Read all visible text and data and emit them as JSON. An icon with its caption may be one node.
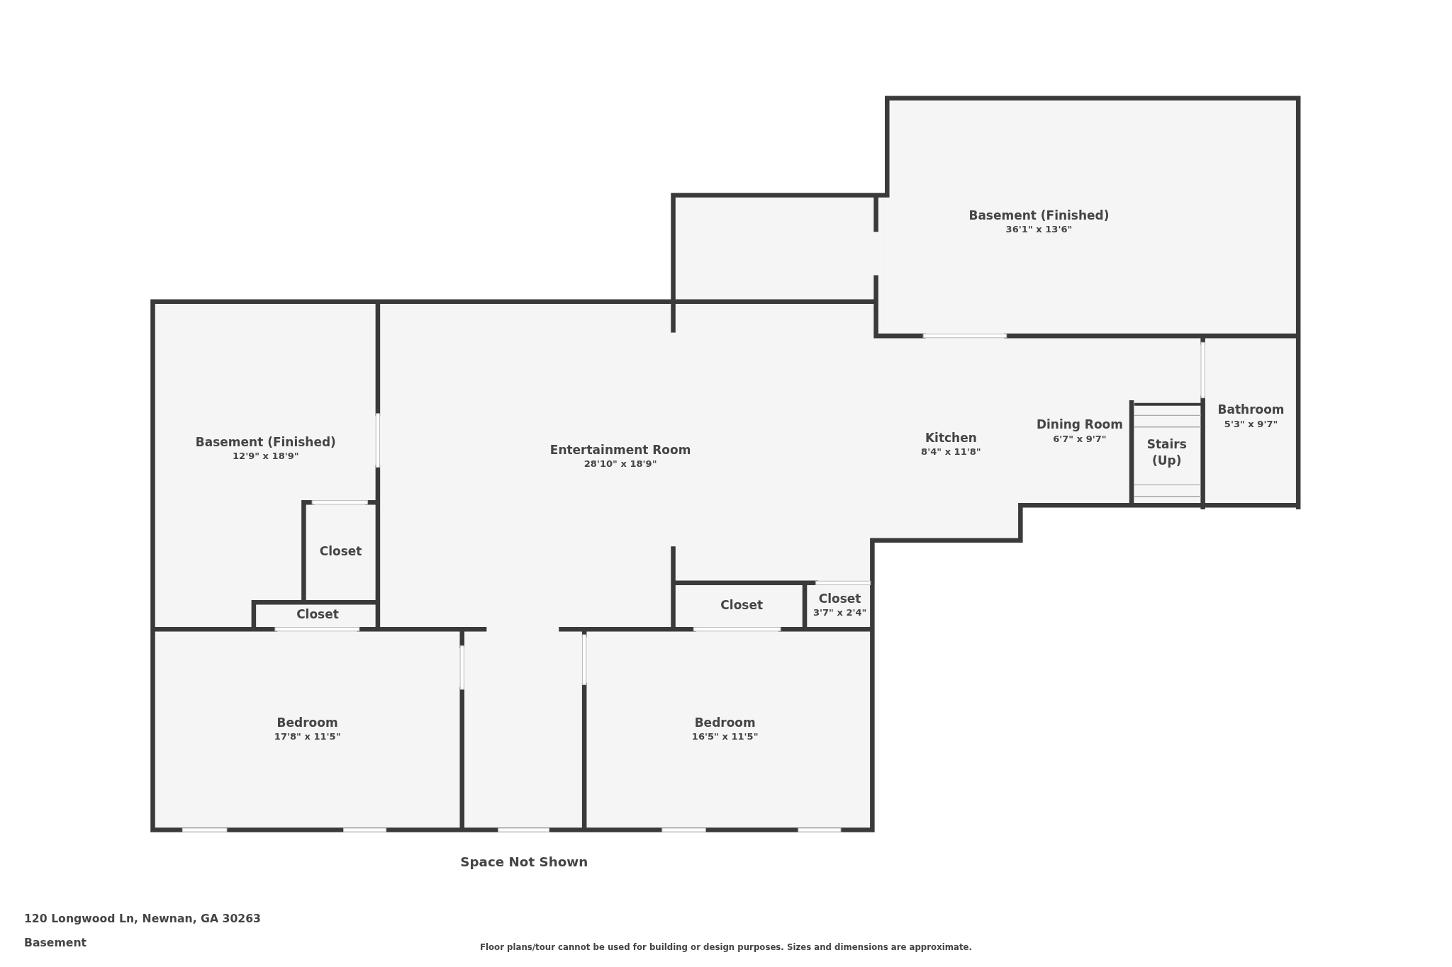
{
  "diagram": {
    "nodes": [
      {
        "text": [
          "Basement (Finished)",
          "36'1\" x 13'6\""
        ]
      },
      {
        "text": [
          "Bathroom",
          "5'3\" x 9'7\""
        ]
      },
      {
        "text": [
          "Dining Room",
          "6'7\" x 9'7\""
        ]
      },
      {
        "text": [
          "Kitchen",
          "8'4\" x 11'8\""
        ]
      },
      {
        "text": [
          "Basement (Finished)",
          "12'9\" x 18'9\""
        ]
      },
      {
        "text": [
          "Entertainment Room",
          "28'10\" x 18'9\""
        ]
      },
      {
        "text": [
          "Stairs (Up)"
        ]
      },
      {
        "text": [
          "Closet"
        ]
      },
      {
        "text": [
          "Closet",
          "3'7\" x 2'4\""
        ]
      },
      {
        "text": [
          "Closet"
        ]
      },
      {
        "text": [
          "Closet"
        ]
      },
      {
        "text": [
          "Bedroom",
          "17'8\" x 11'5\""
        ]
      },
      {
        "text": [
          "Bedroom",
          "16'5\" x 11'5\""
        ]
      }
    ],
    "labels": [
      "Space Not Shown",
      "120 Longwood Ln, Newnan, GA 30263",
      "Basement",
      "Floor plans/tour cannot be used for building or design purposes. Sizes and dimensions are approximate."
    ]
  }
}
